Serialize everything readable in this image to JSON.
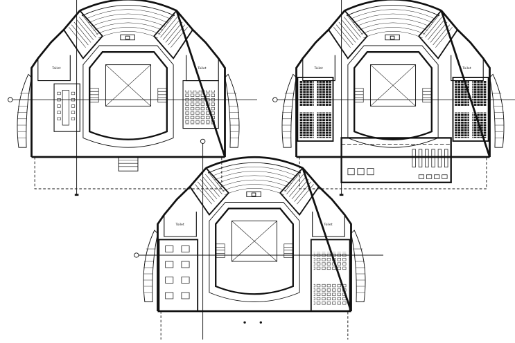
{
  "plans": [
    {
      "id": "plan-top-left",
      "labels": [
        "Toilet",
        "Toilet"
      ],
      "variant": "a"
    },
    {
      "id": "plan-top-right",
      "labels": [
        "Toilet",
        "Toilet"
      ],
      "variant": "b"
    },
    {
      "id": "plan-bottom",
      "labels": [
        "Toilet",
        "Toilet"
      ],
      "variant": "c"
    }
  ],
  "colors": {
    "line": "#111111",
    "background": "#ffffff"
  }
}
